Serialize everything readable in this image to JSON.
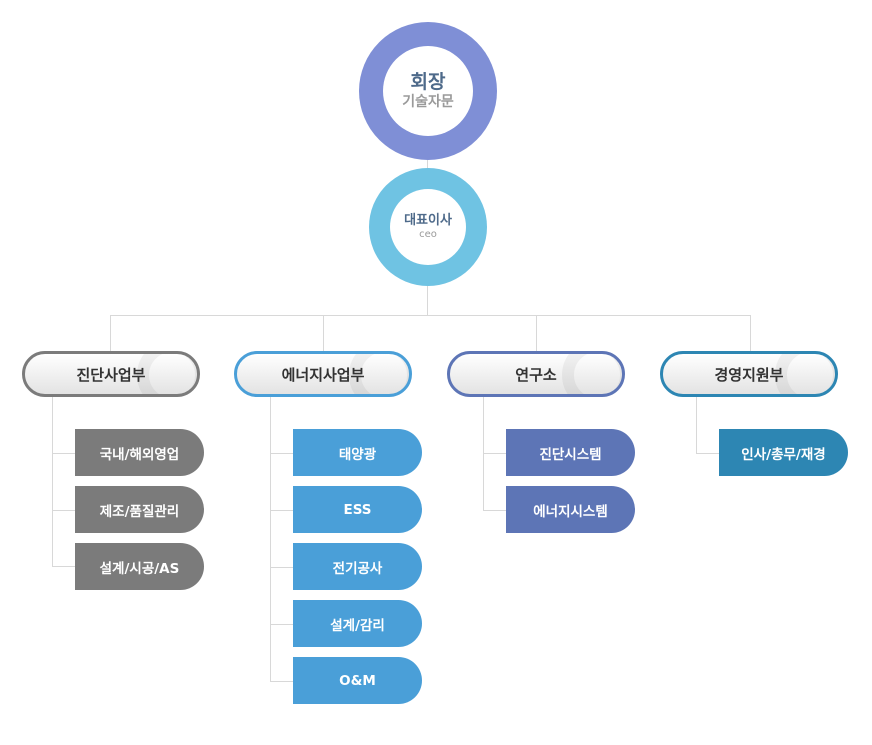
{
  "chairman": {
    "title": "회장",
    "subtitle": "기술자문"
  },
  "ceo": {
    "title": "대표이사",
    "subtitle": "ceo"
  },
  "divisions": [
    {
      "label": "진단사업부",
      "border": "#7b7b7b",
      "items": [
        "국내/해외영업",
        "제조/품질관리",
        "설계/시공/AS"
      ],
      "item_color": "#7b7b7b"
    },
    {
      "label": "에너지사업부",
      "border": "#4a9fd8",
      "items": [
        "태양광",
        "ESS",
        "전기공사",
        "설계/감리",
        "O&M"
      ],
      "item_color": "#4a9fd8"
    },
    {
      "label": "연구소",
      "border": "#5d75b6",
      "items": [
        "진단시스템",
        "에너지시스템"
      ],
      "item_color": "#5d75b6"
    },
    {
      "label": "경영지원부",
      "border": "#2d86b3",
      "items": [
        "인사/총무/재경"
      ],
      "item_color": "#2d86b3"
    }
  ]
}
